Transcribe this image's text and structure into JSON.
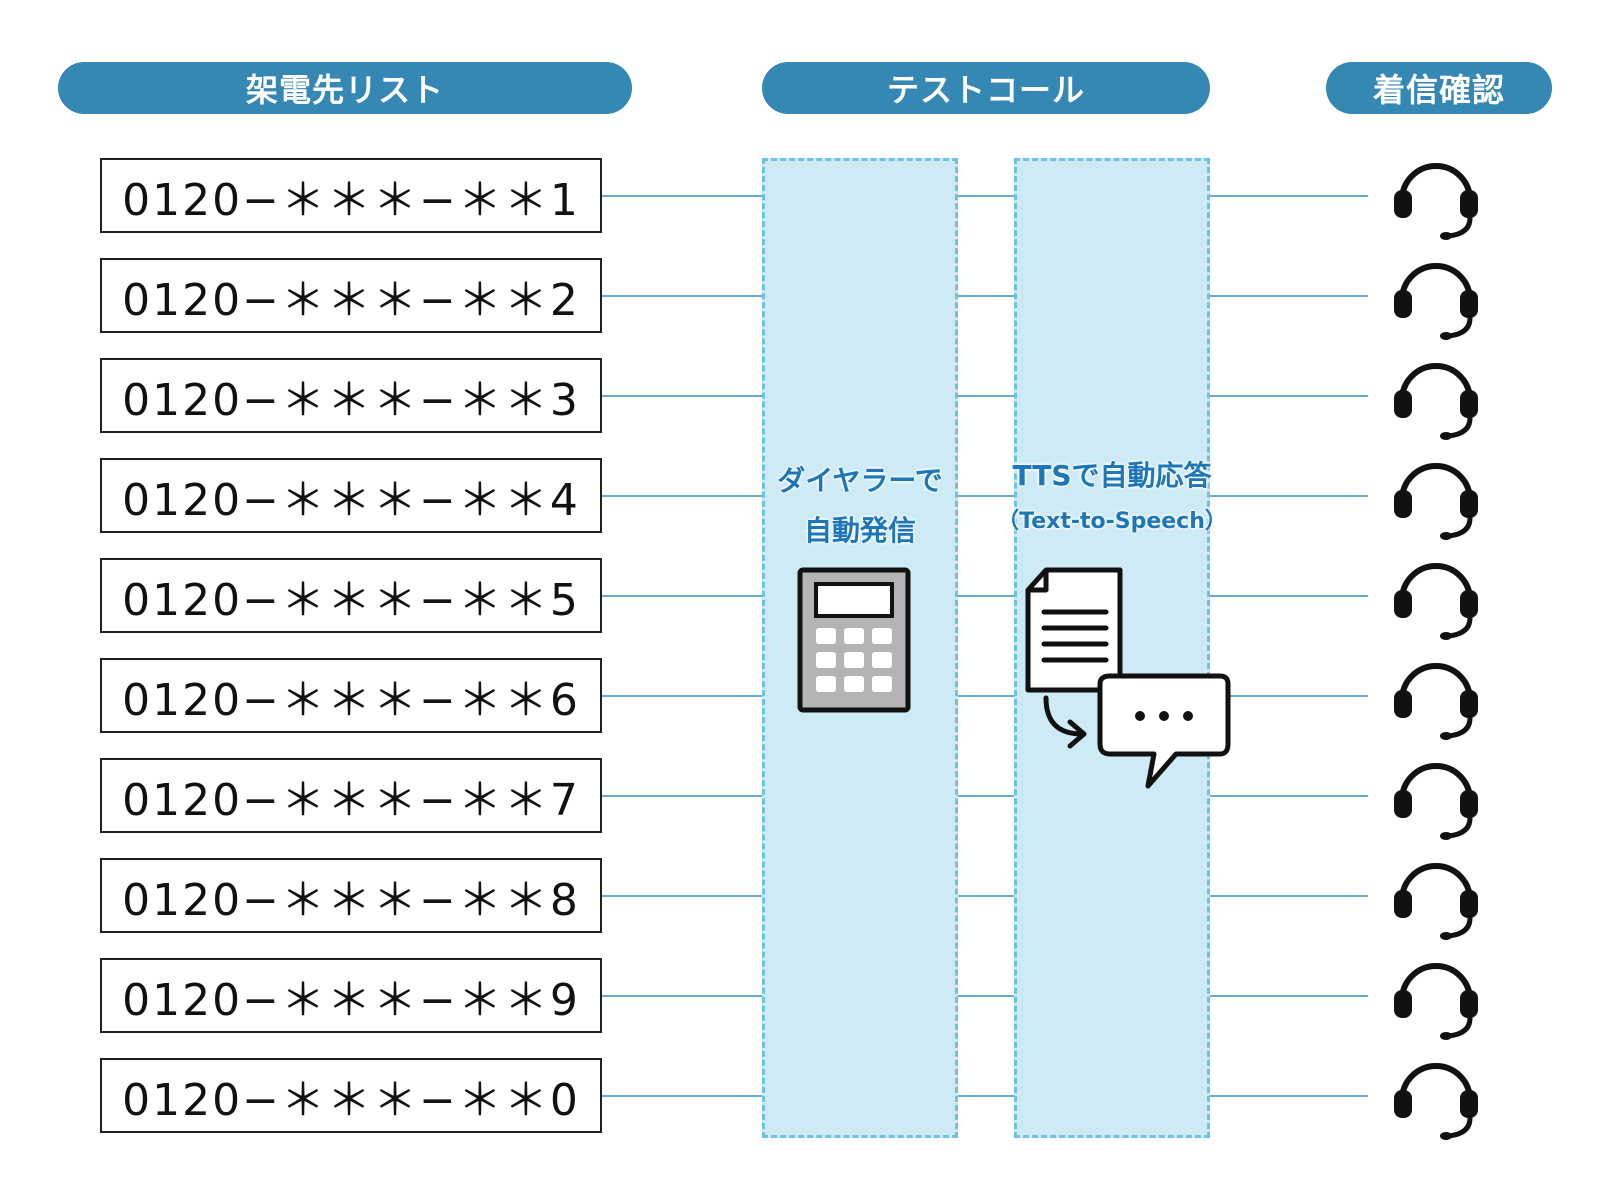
{
  "headers": {
    "call_list": "架電先リスト",
    "test_call": "テストコール",
    "incoming_check": "着信確認"
  },
  "phone_numbers": [
    "0120−＊＊＊−＊＊1",
    "0120−＊＊＊−＊＊2",
    "0120−＊＊＊−＊＊3",
    "0120−＊＊＊−＊＊4",
    "0120−＊＊＊−＊＊5",
    "0120−＊＊＊−＊＊6",
    "0120−＊＊＊−＊＊7",
    "0120−＊＊＊−＊＊8",
    "0120−＊＊＊−＊＊9",
    "0120−＊＊＊−＊＊0"
  ],
  "dialer": {
    "line1": "ダイヤラーで",
    "line2": "自動発信",
    "icon": "dialer-device-icon"
  },
  "tts": {
    "line1": "TTSで自動応答",
    "line2": "（Text-to-Speech）",
    "icon": "document-to-speech-icon"
  },
  "receiver_icon": "headset-icon",
  "colors": {
    "header": "#3587b4",
    "column_fill": "#cdeaf5",
    "column_border": "#6cc2e1",
    "label_text": "#1d76b8",
    "wire": "#3a8fbf"
  }
}
